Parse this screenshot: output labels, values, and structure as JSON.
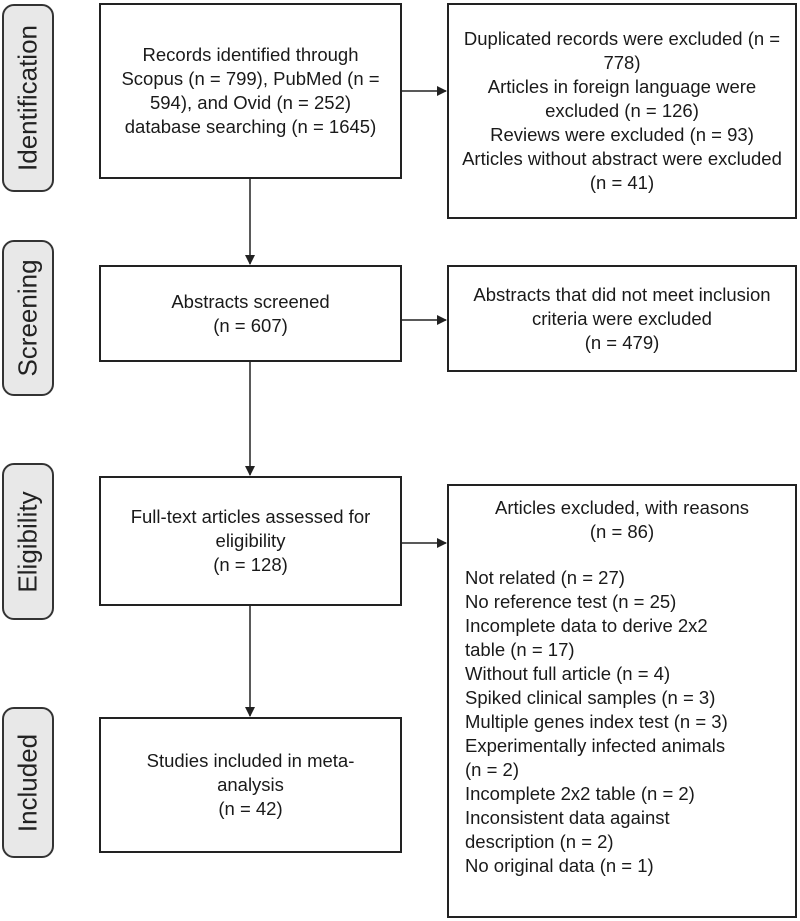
{
  "phases": [
    "Identification",
    "Screening",
    "Eligibility",
    "Included"
  ],
  "main_boxes": {
    "identified": "Records identified through Scopus (n = 799), PubMed (n = 594), and Ovid (n = 252) database searching (n = 1645)",
    "screened": [
      "Abstracts screened",
      "(n = 607)"
    ],
    "assessed": [
      "Full-text articles assessed for eligibility",
      "(n = 128)"
    ],
    "included": [
      "Studies included in meta-analysis",
      "(n = 42)"
    ]
  },
  "exclusion_boxes": {
    "identification": [
      "Duplicated records were excluded (n = 778)",
      "Articles in foreign language were excluded (n = 126)",
      "Reviews were excluded (n = 93)",
      "Articles without abstract were excluded (n = 41)"
    ],
    "screening": [
      "Abstracts that did not meet inclusion criteria were excluded",
      "(n = 479)"
    ],
    "eligibility": {
      "heading": "Articles excluded, with reasons",
      "count": "(n = 86)",
      "reasons": [
        "Not related (n = 27)",
        "No reference test (n = 25)",
        "Incomplete data to derive 2x2",
        "table (n = 17)",
        "Without full article (n = 4)",
        "Spiked clinical samples (n = 3)",
        "Multiple genes index test (n = 3)",
        "Experimentally infected animals",
        "(n = 2)",
        "Incomplete 2x2 table (n = 2)",
        "Inconsistent data against",
        "description (n = 2)",
        "No original data (n = 1)"
      ]
    }
  }
}
